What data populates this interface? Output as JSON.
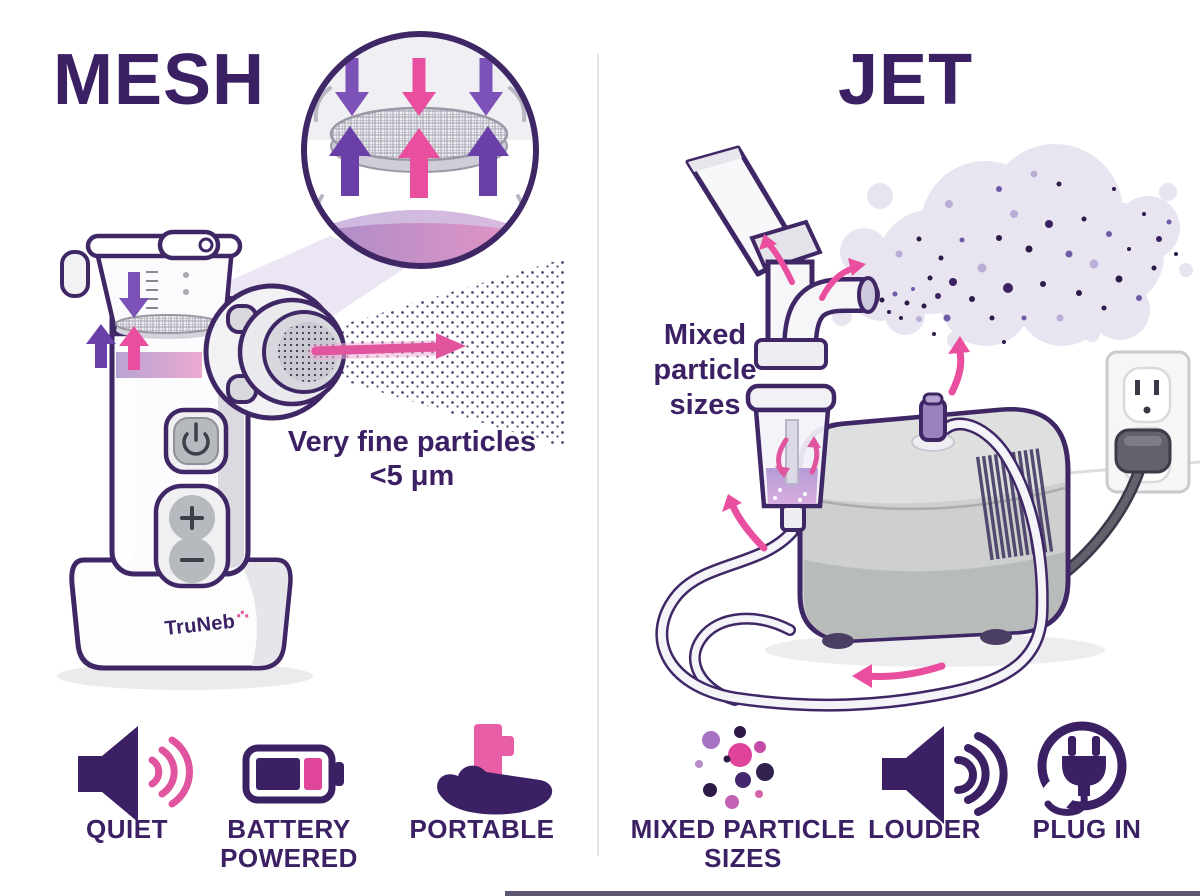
{
  "left": {
    "title": "MESH",
    "brand": "TruNeb",
    "particle_note_line1": "Very fine particles",
    "particle_note_line2": "<5 μm",
    "features": [
      {
        "icon": "speaker-quiet-icon",
        "label": "QUIET"
      },
      {
        "icon": "battery-icon",
        "label": "BATTERY POWERED"
      },
      {
        "icon": "hand-holding-device-icon",
        "label": "PORTABLE"
      }
    ]
  },
  "right": {
    "title": "JET",
    "annotation": "Mixed particle sizes",
    "features": [
      {
        "icon": "particle-dots-icon",
        "label": "MIXED PARTICLE SIZES"
      },
      {
        "icon": "speaker-loud-icon",
        "label": "LOUDER"
      },
      {
        "icon": "plug-icon",
        "label": "PLUG IN"
      }
    ]
  },
  "colors": {
    "heading": "#3b2064",
    "pink": "#e0559e",
    "purple_arrow": "#7c52b8",
    "lavender": "#eae3f4"
  }
}
